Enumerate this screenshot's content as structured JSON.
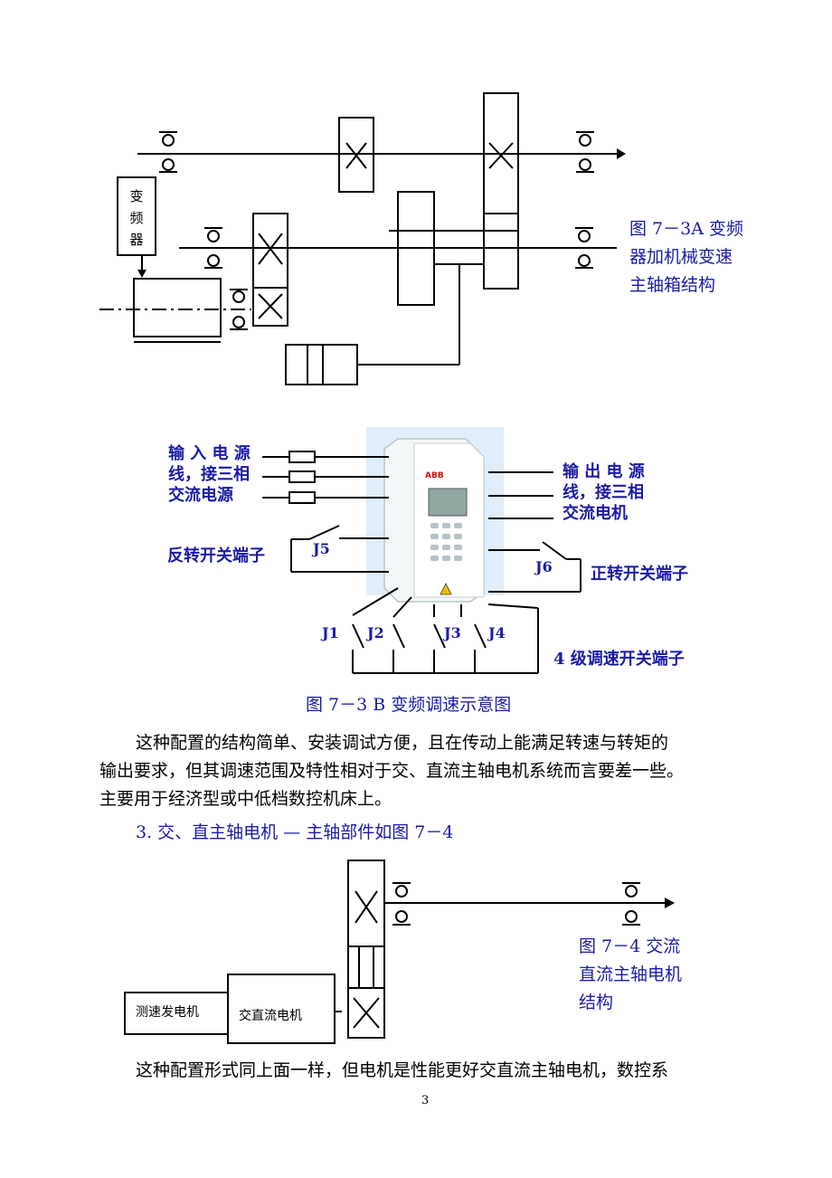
{
  "fig_a": {
    "box_label": [
      "变",
      "频",
      "器"
    ],
    "caption": [
      "图 7－3A 变频",
      "器加机械变速",
      "主轴箱结构"
    ]
  },
  "fig_b": {
    "input_label": [
      "输 入 电 源",
      "线，接三相",
      "交流电源"
    ],
    "output_label": [
      "输 出 电 源",
      "线，接三相",
      "交流电机"
    ],
    "reverse_label": "反转开关端子",
    "forward_label": "正转开关端子",
    "speed_label": "4 级调速开关端子",
    "j5": "J5",
    "j6": "J6",
    "j1": "J1",
    "j2": "J2",
    "j3": "J3",
    "j4": "J4",
    "brand": "ABB",
    "caption": "图 7－3 B   变频调速示意图"
  },
  "para1": [
    "这种配置的结构简单、安装调试方便，且在传动上能满足转速与转矩的",
    "输出要求，但其调速范围及特性相对于交、直流主轴电机系统而言要差一些。",
    "主要用于经济型或中低档数控机床上。"
  ],
  "heading3": "3. 交、直主轴电机 — 主轴部件如图 7－4",
  "fig_c": {
    "tacho": "测速发电机",
    "motor": "交直流电机",
    "caption": [
      "图 7－4  交流",
      "直流主轴电机",
      "结构"
    ]
  },
  "para2": "这种配置形式同上面一样，但电机是性能更好交直流主轴电机，数控系",
  "page_number": "3",
  "colors": {
    "caption_blue": "#1a1aa6",
    "panel_bg": "#dfeefa"
  }
}
